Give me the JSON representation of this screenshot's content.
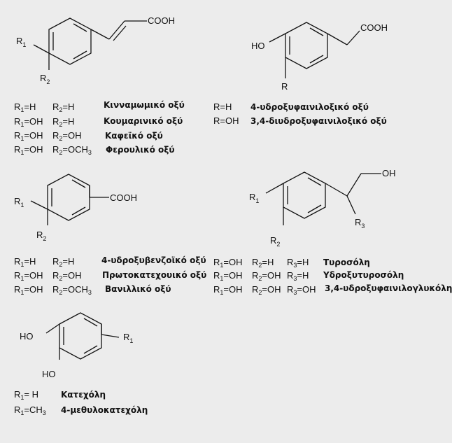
{
  "atoms": {
    "cooh": "COOH",
    "oh": "OH",
    "ho": "HO",
    "r": "R",
    "r1": "R",
    "r2": "R",
    "r3": "R",
    "sub1": "1",
    "sub2": "2",
    "sub3": "3"
  },
  "cinnamic": {
    "rows": [
      {
        "r1": "H",
        "r2": "H",
        "name": "Κινναμωμικό οξύ"
      },
      {
        "r1": "OH",
        "r2": "H",
        "name": "Κουμαρινικό οξύ"
      },
      {
        "r1": "OH",
        "r2": "OH",
        "name": "Καφεϊκό οξύ"
      },
      {
        "r1": "OH",
        "r2": "OCH",
        "r2sub": "3",
        "name": "Φερουλικό οξύ"
      }
    ]
  },
  "phenylacetic": {
    "rows": [
      {
        "r": "H",
        "name": "4-υδροξυφαινιλοξικό οξύ"
      },
      {
        "r": "OH",
        "name": "3,4-διυδροξυφαινιλοξικό οξύ"
      }
    ]
  },
  "benzoic": {
    "rows": [
      {
        "r1": "H",
        "r2": "H",
        "name": "4-υδροξυβενζοϊκό οξύ"
      },
      {
        "r1": "OH",
        "r2": "OH",
        "name": "Πρωτοκατεχουικό οξύ"
      },
      {
        "r1": "OH",
        "r2": "OCH",
        "r2sub": "3",
        "name": "Βανιλλικό οξύ"
      }
    ]
  },
  "tyrosol": {
    "rows": [
      {
        "r1": "OH",
        "r2": "H",
        "r3": "H",
        "name": "Τυροσόλη"
      },
      {
        "r1": "OH",
        "r2": "OH",
        "r3": "H",
        "name": "Υδροξυτυροσόλη"
      },
      {
        "r1": "OH",
        "r2": "OH",
        "r3": "OH",
        "name": "3,4-υδροξυφαινιλογλυκόλη"
      }
    ]
  },
  "catechol": {
    "rows": [
      {
        "r1": "H",
        "name": "Κατεχόλη"
      },
      {
        "r1": "CH",
        "r1sub": "3",
        "name": "4-μεθυλοκατεχόλη"
      }
    ]
  }
}
